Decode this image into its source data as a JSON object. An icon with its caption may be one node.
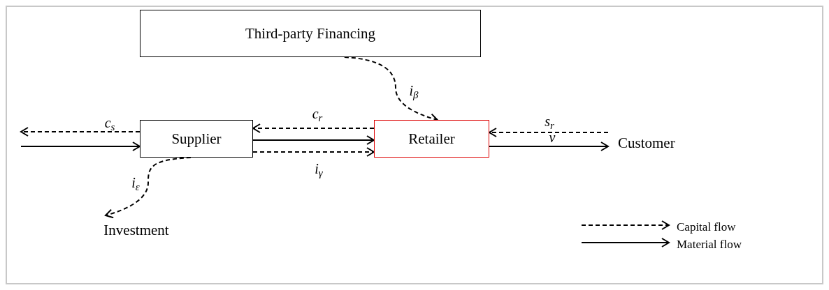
{
  "diagram": {
    "nodes": [
      {
        "text": [
          "Third-party Financing"
        ]
      },
      {
        "text": [
          "Supplier"
        ]
      },
      {
        "text": [
          "Retailer"
        ]
      },
      {
        "text": [
          "Customer"
        ]
      },
      {
        "text": [
          "Investment"
        ]
      }
    ],
    "edges": [
      {
        "from": 1,
        "to": null,
        "arrow": "to",
        "style": "dashed",
        "label": "c$_{s}$"
      },
      {
        "from": null,
        "to": 1,
        "arrow": "to"
      },
      {
        "from": 0,
        "to": 2,
        "arrow": "to",
        "style": "dashed",
        "label": "i$_{β}$"
      },
      {
        "from": 2,
        "to": 1,
        "arrow": "to",
        "style": "dashed",
        "label": "c$_{r}$"
      },
      {
        "from": 1,
        "to": 2,
        "arrow": "to"
      },
      {
        "from": 1,
        "to": 2,
        "arrow": "to",
        "style": "dashed",
        "label": "i$_{γ}$"
      },
      {
        "from": 3,
        "to": 2,
        "arrow": "to",
        "style": "dashed",
        "label": "s$_{r}$"
      },
      {
        "from": 2,
        "to": 3,
        "arrow": "to",
        "label": "v"
      },
      {
        "from": 1,
        "to": 4,
        "arrow": "to",
        "style": "dashed",
        "label": "i$_{ε}$"
      }
    ],
    "legend": [
      {
        "text": "Capital flow"
      },
      {
        "text": "Material flow"
      }
    ]
  }
}
